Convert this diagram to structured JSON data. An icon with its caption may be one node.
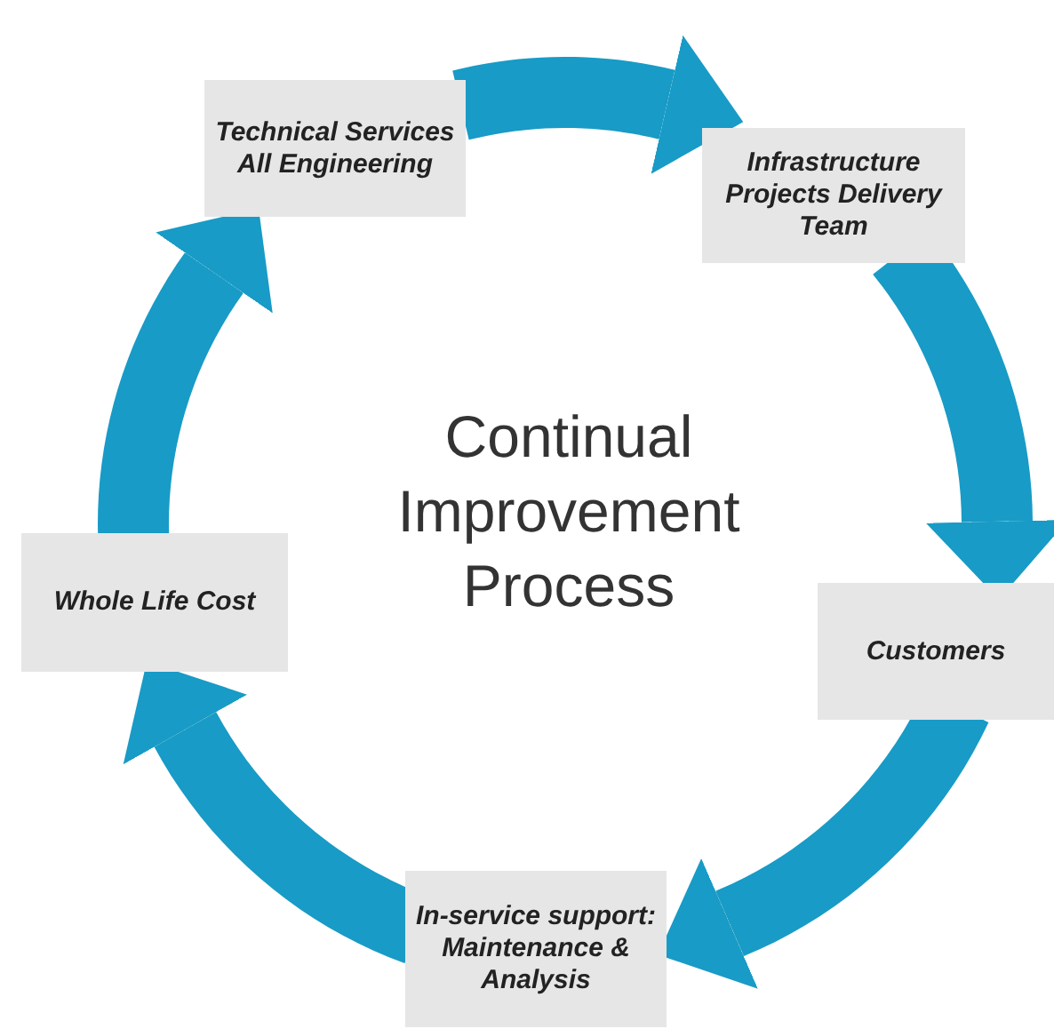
{
  "diagram": {
    "title": "Continual Improvement Process",
    "nodes": [
      {
        "text": [
          "Technical Services All Engineering"
        ]
      },
      {
        "text": [
          "Infrastructure Projects Delivery Team"
        ]
      },
      {
        "text": [
          "Customers"
        ]
      },
      {
        "text": [
          "In-service support: Maintenance & Analysis"
        ]
      },
      {
        "text": [
          "Whole Life Cost"
        ]
      }
    ],
    "edges": [
      {
        "from": 0,
        "to": 1,
        "arrow": "to"
      },
      {
        "from": 1,
        "to": 2,
        "arrow": "to"
      },
      {
        "from": 2,
        "to": 3,
        "arrow": "to"
      },
      {
        "from": 3,
        "to": 4,
        "arrow": "to"
      },
      {
        "from": 4,
        "to": 0,
        "arrow": "to"
      }
    ]
  }
}
